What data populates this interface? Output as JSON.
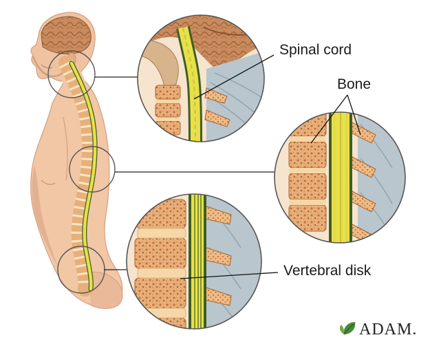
{
  "labels": {
    "spinal_cord": "Spinal cord",
    "bone": "Bone",
    "vertebral_disk": "Vertebral disk"
  },
  "brand": {
    "text": "ADAM."
  },
  "colors": {
    "skin": "#f1c7a6",
    "skin_shadow": "#dba487",
    "brain": "#c98b5e",
    "bone": "#e7b07a",
    "bone_pore": "#c46f3c",
    "disk": "#f6d8a8",
    "cord": "#e8e04a",
    "cord_dark": "#4b6a28",
    "nerve_bg": "#b8c7cf",
    "callout_ring": "#555555",
    "leader_line": "#222222"
  }
}
